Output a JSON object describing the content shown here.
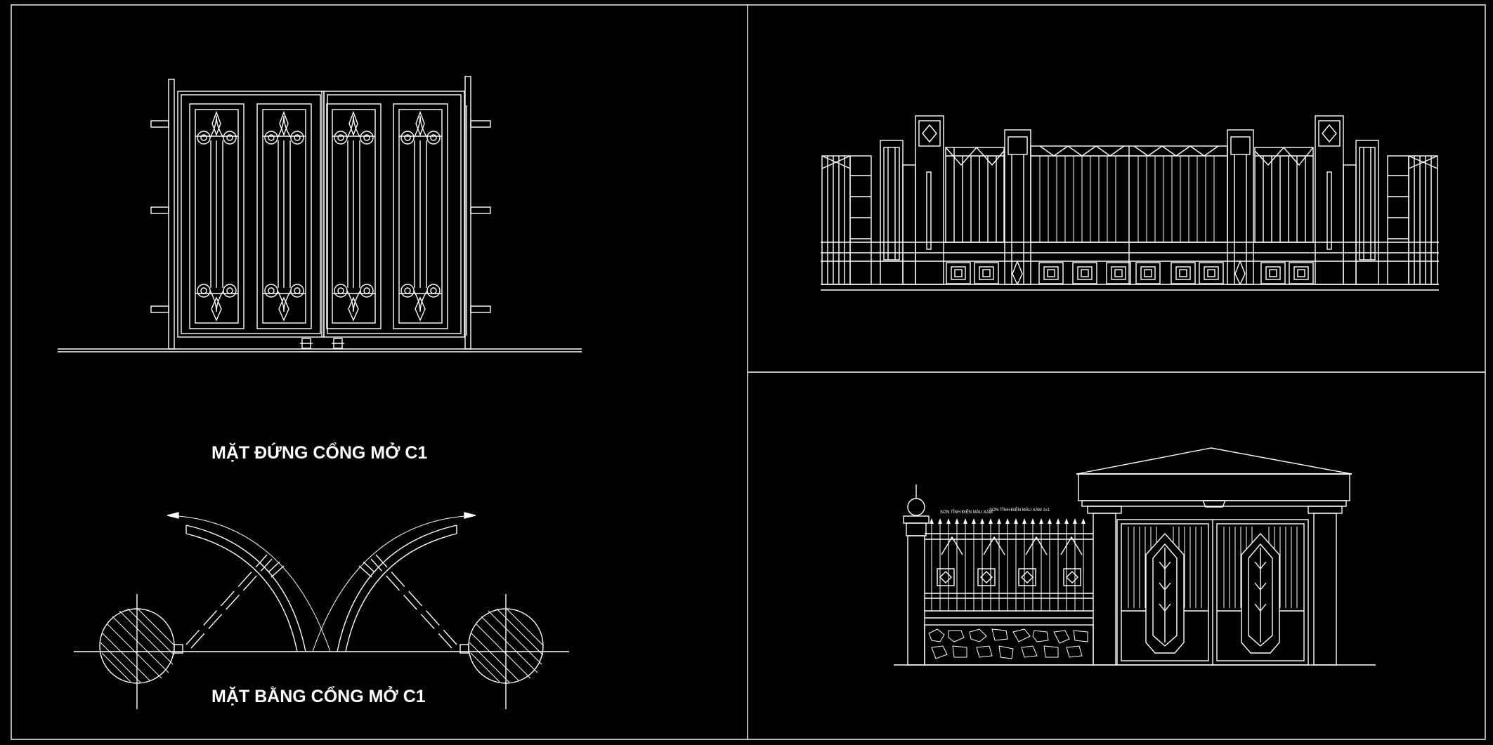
{
  "drawing": {
    "background": "#000000",
    "line_color": "#ffffff",
    "panels": {
      "left": {
        "title_elevation": "MẶT ĐỨNG CỔNG MỞ C1",
        "title_plan": "MẶT BẰNG CỔNG MỞ C1"
      },
      "top_right": {
        "name": "gate-fence-elevation"
      },
      "bottom_right": {
        "name": "gate-house-elevation",
        "tiny_note_1": "SƠN TĨNH ĐIỆN MÀU XÁM",
        "tiny_note_2": "SƠN TĨNH ĐIỆN MÀU XÁM 1x1"
      }
    }
  }
}
